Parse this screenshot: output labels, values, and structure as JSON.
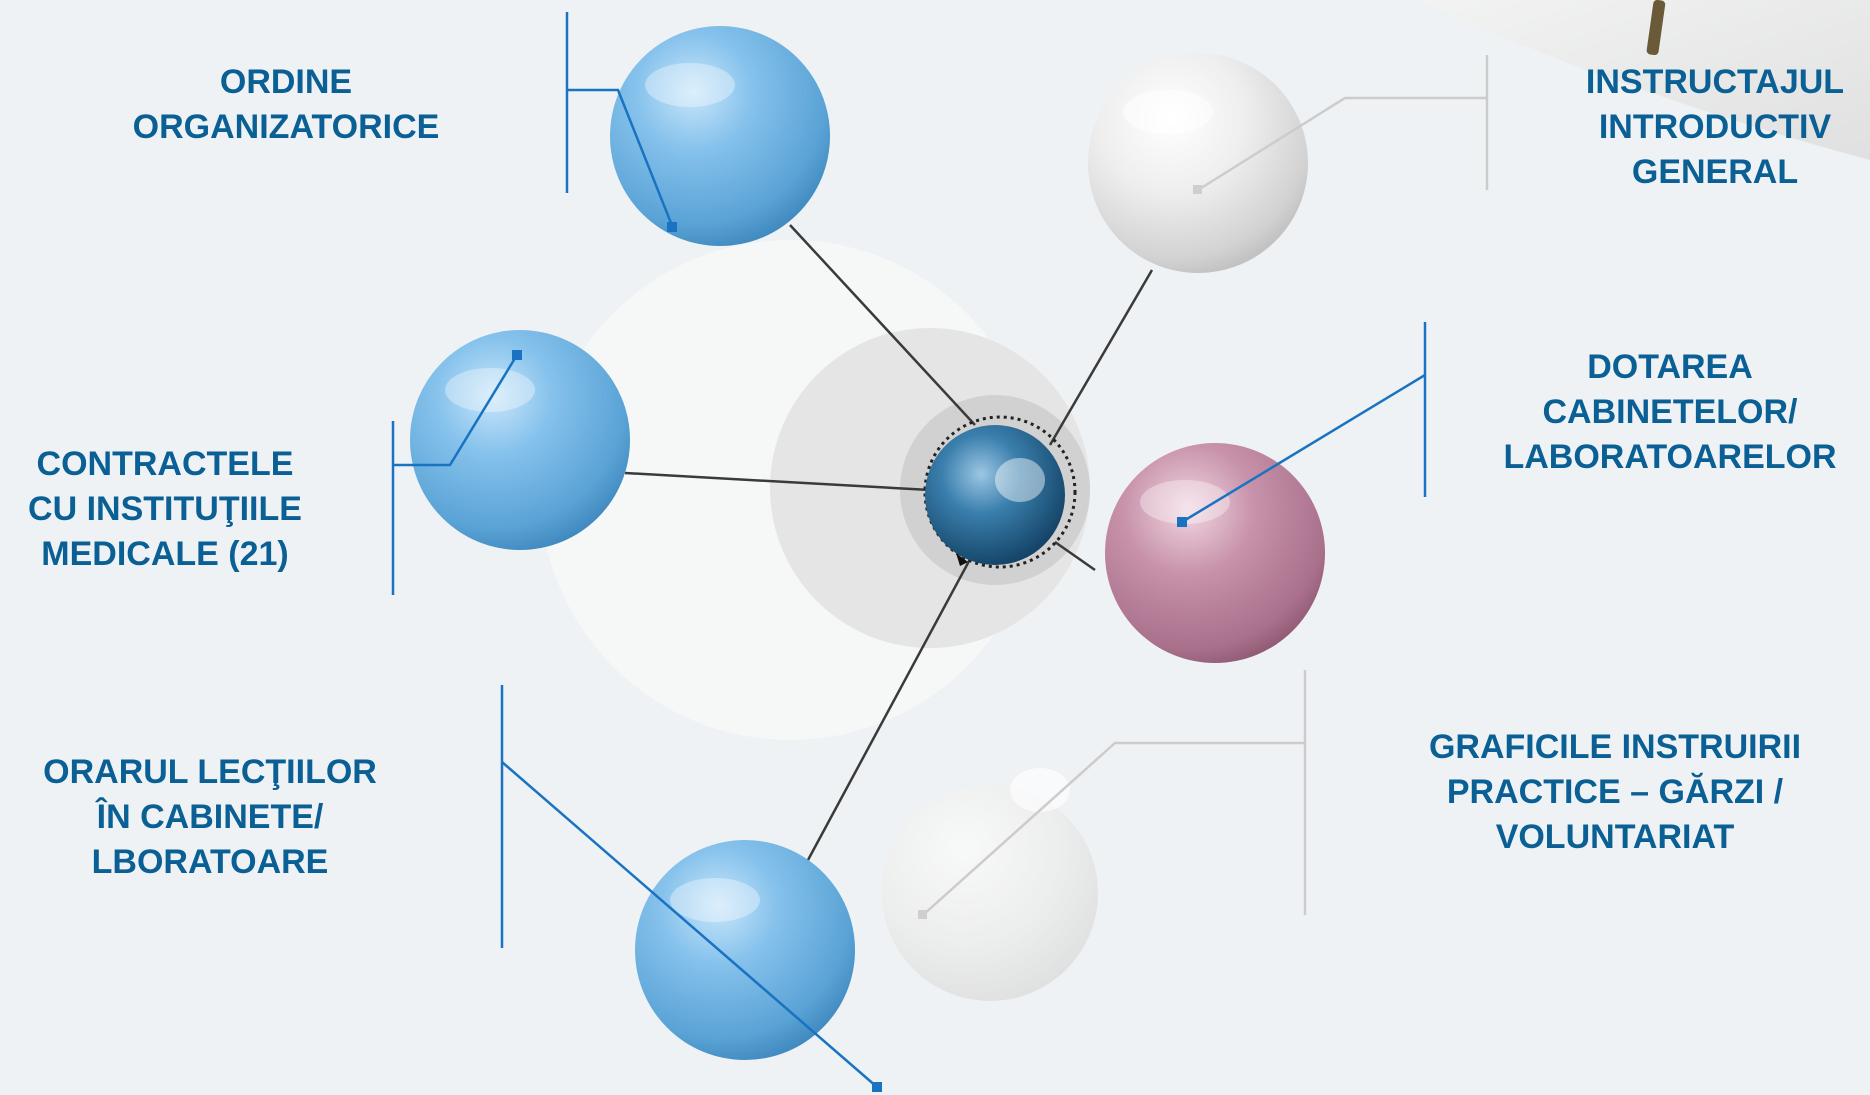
{
  "diagram": {
    "nodes": [
      {
        "id": "ordine",
        "lines": [
          "ORDINE",
          "ORGANIZATORICE"
        ],
        "color": "#74b6e3"
      },
      {
        "id": "contracte",
        "lines": [
          "CONTRACTELE",
          "CU INSTITUŢIILE",
          "MEDICALE (21)"
        ],
        "color": "#74b6e3"
      },
      {
        "id": "orar",
        "lines": [
          "ORARUL  LECŢIILOR",
          "ÎN CABINETE/",
          "LBORATOARE"
        ],
        "color": "#74b6e3"
      },
      {
        "id": "instructaj",
        "lines": [
          "INSTRUCTAJUL",
          "INTRODUCTIV",
          "GENERAL"
        ],
        "color": "#e6e6e6"
      },
      {
        "id": "dotarea",
        "lines": [
          "DOTAREA",
          "CABINETELOR/",
          "LABORATOARELOR"
        ],
        "color": "#c08aa3"
      },
      {
        "id": "graficele",
        "lines": [
          "GRAFICILE  INSTRUIRII",
          "PRACTICE – GĂRZI /",
          "VOLUNTARIAT"
        ],
        "color": "#e4e4e4"
      }
    ],
    "hub_color": "#1d5f8b",
    "label_color": "#0a5f94",
    "accent_line_color": "#1a73c2",
    "connector_color": "#3a3a3a"
  }
}
